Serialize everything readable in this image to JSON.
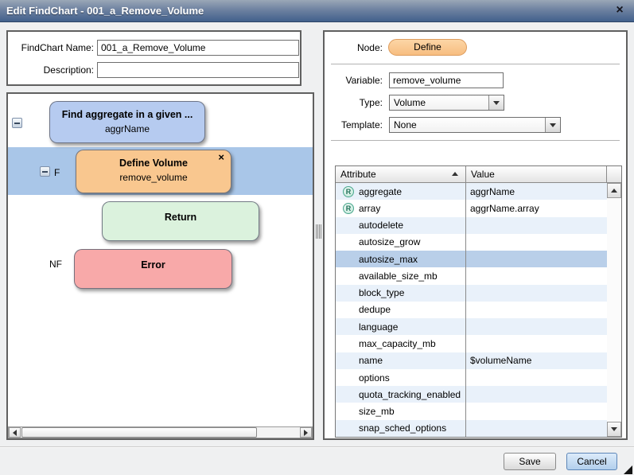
{
  "title_bar": {
    "title": "Edit FindChart - 001_a_Remove_Volume",
    "close_glyph": "×"
  },
  "form": {
    "name_label": "FindChart Name:",
    "name_value": "001_a_Remove_Volume",
    "description_label": "Description:",
    "description_value": ""
  },
  "flowchart": {
    "nodes": [
      {
        "title": "Find aggregate in a given ...",
        "subtitle": "aggrName"
      },
      {
        "title": "Define Volume",
        "subtitle": "remove_volume"
      },
      {
        "title": "Return",
        "subtitle": ""
      },
      {
        "title": "Error",
        "subtitle": ""
      }
    ],
    "f_label": "F",
    "nf_label": "NF",
    "delete_glyph": "×"
  },
  "properties": {
    "node_label": "Node:",
    "node_type": "Define",
    "variable_label": "Variable:",
    "variable_value": "remove_volume",
    "type_label": "Type:",
    "type_value": "Volume",
    "template_label": "Template:",
    "template_value": "None"
  },
  "attribute_table": {
    "columns": [
      "Attribute",
      "Value"
    ],
    "required_glyph": "R",
    "selected_attribute": "autosize_max",
    "rows": [
      {
        "attribute": "aggregate",
        "value": "aggrName",
        "required": true
      },
      {
        "attribute": "array",
        "value": "aggrName.array",
        "required": true
      },
      {
        "attribute": "autodelete",
        "value": "",
        "required": false
      },
      {
        "attribute": "autosize_grow",
        "value": "",
        "required": false
      },
      {
        "attribute": "autosize_max",
        "value": "",
        "required": false
      },
      {
        "attribute": "available_size_mb",
        "value": "",
        "required": false
      },
      {
        "attribute": "block_type",
        "value": "",
        "required": false
      },
      {
        "attribute": "dedupe",
        "value": "",
        "required": false
      },
      {
        "attribute": "language",
        "value": "",
        "required": false
      },
      {
        "attribute": "max_capacity_mb",
        "value": "",
        "required": false
      },
      {
        "attribute": "name",
        "value": "$volumeName",
        "required": false
      },
      {
        "attribute": "options",
        "value": "",
        "required": false
      },
      {
        "attribute": "quota_tracking_enabled",
        "value": "",
        "required": false
      },
      {
        "attribute": "size_mb",
        "value": "",
        "required": false
      },
      {
        "attribute": "snap_sched_options",
        "value": "",
        "required": false
      }
    ]
  },
  "footer": {
    "save_label": "Save",
    "cancel_label": "Cancel"
  },
  "colors": {
    "titlebar_bottom": "#41608c",
    "node_find": "#b6cbf0",
    "node_define": "#f9c78f",
    "node_return": "#dbf2dd",
    "node_error": "#f8a9a9",
    "selection_band": "#a9c6e8",
    "row_stripe": "#e9f1fa",
    "row_selected": "#b9cfe9",
    "pill": "#f7bd80"
  }
}
